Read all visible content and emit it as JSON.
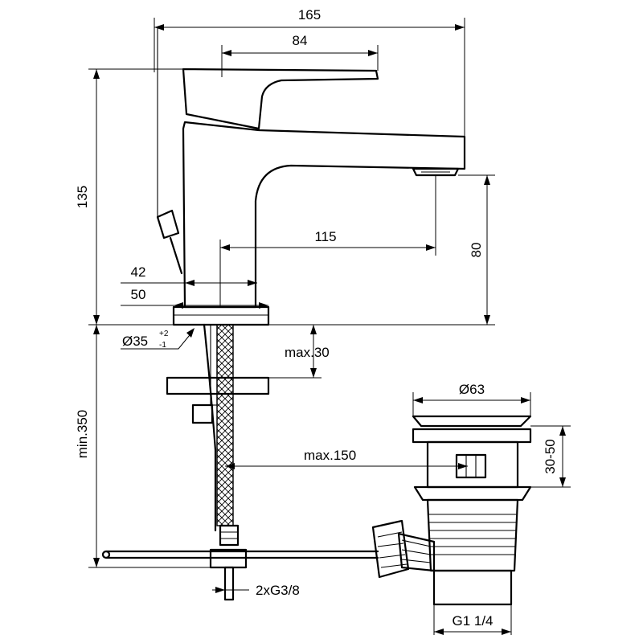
{
  "dimensions": {
    "overall_width": "165",
    "lever_width": "84",
    "overall_height": "135",
    "spout_reach": "115",
    "spout_height": "80",
    "base_inner": "42",
    "base_outer": "50",
    "hole_diameter": "Ø35",
    "hole_tol_plus": "+2",
    "hole_tol_minus": "-1",
    "max_thickness": "max.30",
    "hose_length": "min.350",
    "waste_diameter": "Ø63",
    "waste_height": "30-50",
    "pullrod_max": "max.150",
    "connection": "2xG3/8",
    "waste_thread": "G1 1/4"
  }
}
